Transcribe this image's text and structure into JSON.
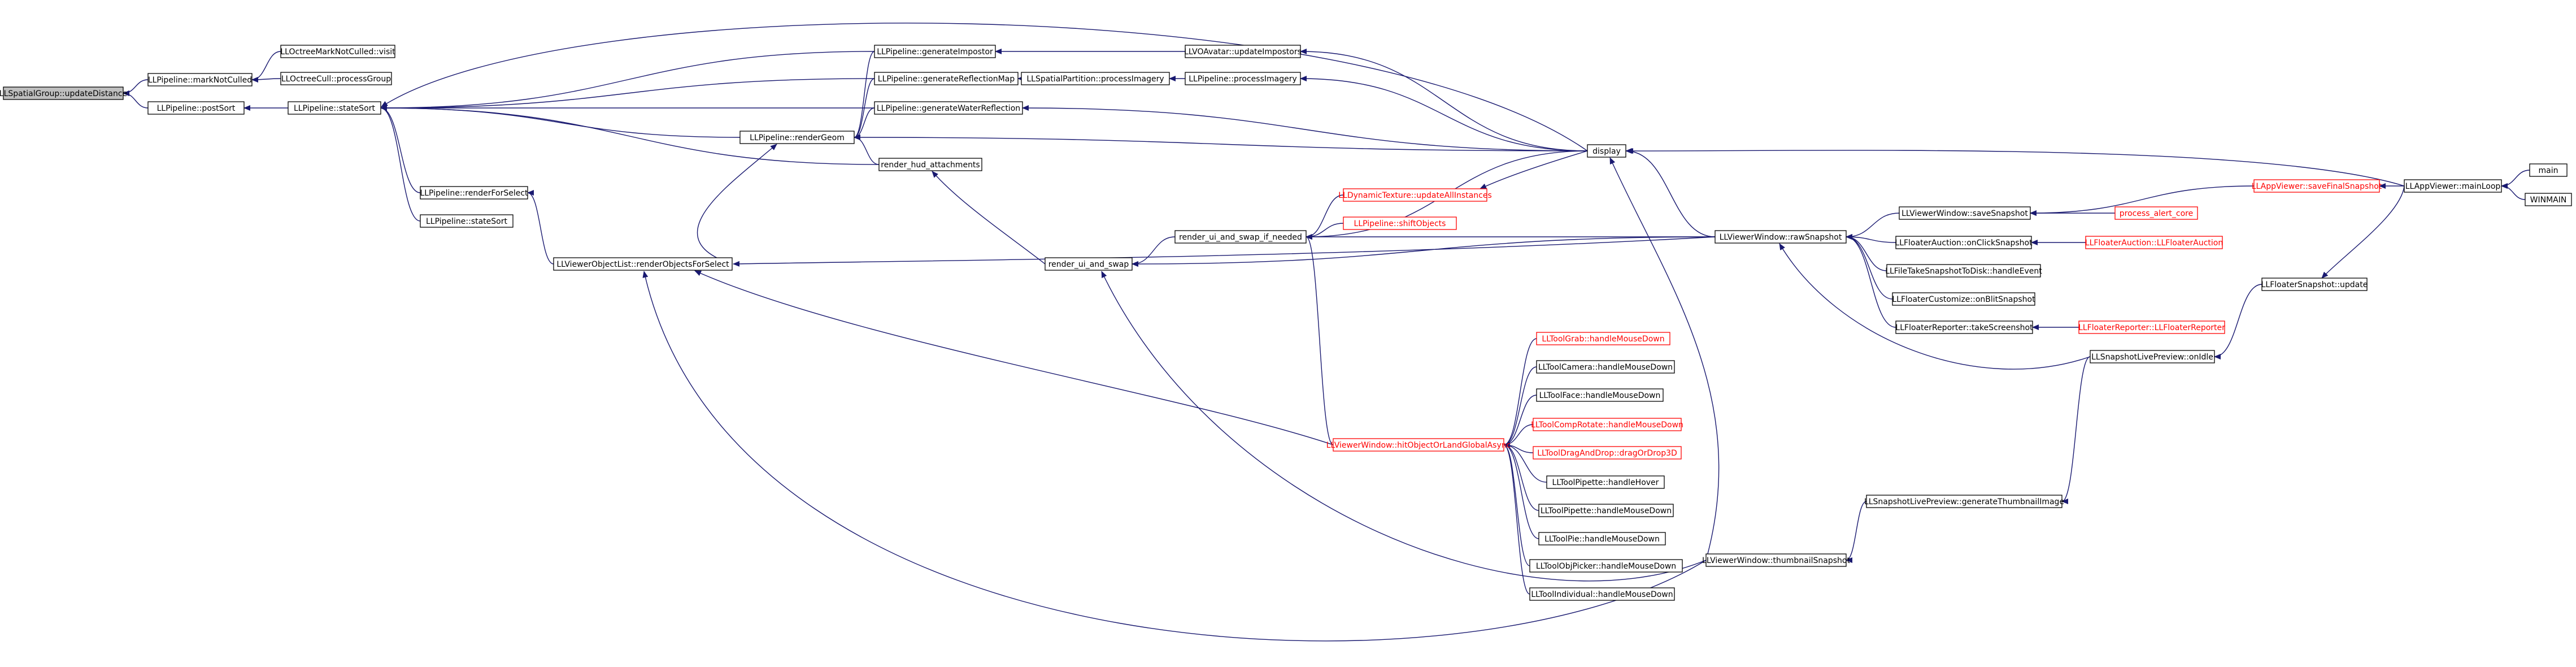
{
  "diagram": {
    "type": "call-graph",
    "colors": {
      "edge": "#191970",
      "node_border": "#000000",
      "truncated_border": "#ff0000",
      "root_fill": "#bfbfbf",
      "background": "#ffffff"
    },
    "nodes": [
      {
        "id": "root",
        "label": "LLSpatialGroup::updateDistance",
        "root": true
      },
      {
        "id": "markNotCulled",
        "label": "LLPipeline::markNotCulled"
      },
      {
        "id": "octreeVisit",
        "label": "LLOctreeMarkNotCulled::visit"
      },
      {
        "id": "octreeProcess",
        "label": "LLOctreeCull::processGroup"
      },
      {
        "id": "postSort",
        "label": "LLPipeline::postSort"
      },
      {
        "id": "stateSort1",
        "label": "LLPipeline::stateSort"
      },
      {
        "id": "renderForSelect",
        "label": "LLPipeline::renderForSelect"
      },
      {
        "id": "stateSort2",
        "label": "LLPipeline::stateSort"
      },
      {
        "id": "genImpostor",
        "label": "LLPipeline::generateImpostor"
      },
      {
        "id": "genReflection",
        "label": "LLPipeline::generateReflectionMap"
      },
      {
        "id": "genWater",
        "label": "LLPipeline::generateWaterReflection"
      },
      {
        "id": "renderGeom",
        "label": "LLPipeline::renderGeom"
      },
      {
        "id": "renderHud",
        "label": "render_hud_attachments"
      },
      {
        "id": "spatialProcess",
        "label": "LLSpatialPartition::processImagery"
      },
      {
        "id": "updateImpostors",
        "label": "LLVOAvatar::updateImpostors"
      },
      {
        "id": "pipeProcess",
        "label": "LLPipeline::processImagery"
      },
      {
        "id": "display",
        "label": "display"
      },
      {
        "id": "dynTex",
        "label": "LLDynamicTexture::updateAllInstances",
        "truncated": true
      },
      {
        "id": "shiftObjects",
        "label": "LLPipeline::shiftObjects",
        "truncated": true
      },
      {
        "id": "renderSwapIf",
        "label": "render_ui_and_swap_if_needed"
      },
      {
        "id": "renderSwap",
        "label": "render_ui_and_swap"
      },
      {
        "id": "renderObjSelect",
        "label": "LLViewerObjectList::renderObjectsForSelect"
      },
      {
        "id": "hitObject",
        "label": "LLViewerWindow::hitObjectOrLandGlobalAsync",
        "truncated": true
      },
      {
        "id": "toolGrab",
        "label": "LLToolGrab::handleMouseDown",
        "truncated": true
      },
      {
        "id": "toolCamera",
        "label": "LLToolCamera::handleMouseDown"
      },
      {
        "id": "toolFace",
        "label": "LLToolFace::handleMouseDown"
      },
      {
        "id": "toolCompRotate",
        "label": "LLToolCompRotate::handleMouseDown",
        "truncated": true
      },
      {
        "id": "toolDragDrop",
        "label": "LLToolDragAndDrop::dragOrDrop3D",
        "truncated": true
      },
      {
        "id": "toolPipetteHover",
        "label": "LLToolPipette::handleHover"
      },
      {
        "id": "toolPipetteDown",
        "label": "LLToolPipette::handleMouseDown"
      },
      {
        "id": "toolPie",
        "label": "LLToolPie::handleMouseDown"
      },
      {
        "id": "toolObjPicker",
        "label": "LLToolObjPicker::handleMouseDown"
      },
      {
        "id": "toolIndividual",
        "label": "LLToolIndividual::handleMouseDown"
      },
      {
        "id": "rawSnapshot",
        "label": "LLViewerWindow::rawSnapshot"
      },
      {
        "id": "thumbSnapshot",
        "label": "LLViewerWindow::thumbnailSnapshot"
      },
      {
        "id": "saveSnapshot",
        "label": "LLViewerWindow::saveSnapshot"
      },
      {
        "id": "auctionClick",
        "label": "LLFloaterAuction::onClickSnapshot"
      },
      {
        "id": "fileTakeSnap",
        "label": "LLFileTakeSnapshotToDisk::handleEvent"
      },
      {
        "id": "customizeBlit",
        "label": "LLFloaterCustomize::onBlitSnapshot"
      },
      {
        "id": "reporterTake",
        "label": "LLFloaterReporter::takeScreenshot"
      },
      {
        "id": "livePreviewOnIdle",
        "label": "LLSnapshotLivePreview::onIdle"
      },
      {
        "id": "genThumb",
        "label": "LLSnapshotLivePreview::generateThumbnailImage"
      },
      {
        "id": "processAlert",
        "label": "process_alert_core",
        "truncated": true
      },
      {
        "id": "auctionCtor",
        "label": "LLFloaterAuction::LLFloaterAuction",
        "truncated": true
      },
      {
        "id": "reporterCtor",
        "label": "LLFloaterReporter::LLFloaterReporter",
        "truncated": true
      },
      {
        "id": "saveFinal",
        "label": "LLAppViewer::saveFinalSnapshot",
        "truncated": true
      },
      {
        "id": "mainLoop",
        "label": "LLAppViewer::mainLoop"
      },
      {
        "id": "main",
        "label": "main"
      },
      {
        "id": "winmain",
        "label": "WINMAIN"
      },
      {
        "id": "floaterSnapUpdate",
        "label": "LLFloaterSnapshot::update"
      }
    ],
    "edges": [
      [
        "markNotCulled",
        "root"
      ],
      [
        "postSort",
        "root"
      ],
      [
        "octreeVisit",
        "markNotCulled"
      ],
      [
        "octreeProcess",
        "markNotCulled"
      ],
      [
        "stateSort1",
        "postSort"
      ],
      [
        "genImpostor",
        "stateSort1"
      ],
      [
        "genReflection",
        "stateSort1"
      ],
      [
        "genWater",
        "stateSort1"
      ],
      [
        "renderGeom",
        "stateSort1"
      ],
      [
        "renderHud",
        "stateSort1"
      ],
      [
        "display",
        "stateSort1"
      ],
      [
        "renderForSelect",
        "stateSort1"
      ],
      [
        "stateSort2",
        "stateSort1"
      ],
      [
        "renderObjSelect",
        "renderForSelect"
      ],
      [
        "updateImpostors",
        "genImpostor"
      ],
      [
        "spatialProcess",
        "genReflection"
      ],
      [
        "pipeProcess",
        "spatialProcess"
      ],
      [
        "display",
        "genWater"
      ],
      [
        "genImpostor",
        "renderGeom"
      ],
      [
        "genReflection",
        "renderGeom"
      ],
      [
        "genWater",
        "renderGeom"
      ],
      [
        "renderHud",
        "renderGeom"
      ],
      [
        "display",
        "renderGeom"
      ],
      [
        "renderObjSelect",
        "renderGeom"
      ],
      [
        "renderSwap",
        "renderHud"
      ],
      [
        "display",
        "updateImpostors"
      ],
      [
        "display",
        "pipeProcess"
      ],
      [
        "dynTex",
        "renderSwapIf"
      ],
      [
        "display",
        "renderSwapIf"
      ],
      [
        "shiftObjects",
        "renderSwapIf"
      ],
      [
        "rawSnapshot",
        "renderSwapIf"
      ],
      [
        "hitObject",
        "renderSwapIf"
      ],
      [
        "renderSwapIf",
        "renderSwap"
      ],
      [
        "rawSnapshot",
        "renderSwap"
      ],
      [
        "thumbSnapshot",
        "renderSwap"
      ],
      [
        "display",
        "dynTex"
      ],
      [
        "rawSnapshot",
        "renderObjSelect"
      ],
      [
        "hitObject",
        "renderObjSelect"
      ],
      [
        "thumbSnapshot",
        "renderObjSelect"
      ],
      [
        "toolGrab",
        "hitObject"
      ],
      [
        "toolCamera",
        "hitObject"
      ],
      [
        "toolFace",
        "hitObject"
      ],
      [
        "toolCompRotate",
        "hitObject"
      ],
      [
        "toolDragDrop",
        "hitObject"
      ],
      [
        "toolPipetteHover",
        "hitObject"
      ],
      [
        "toolPipetteDown",
        "hitObject"
      ],
      [
        "toolPie",
        "hitObject"
      ],
      [
        "toolObjPicker",
        "hitObject"
      ],
      [
        "toolIndividual",
        "hitObject"
      ],
      [
        "mainLoop",
        "display"
      ],
      [
        "rawSnapshot",
        "display"
      ],
      [
        "thumbSnapshot",
        "display"
      ],
      [
        "saveSnapshot",
        "rawSnapshot"
      ],
      [
        "auctionClick",
        "rawSnapshot"
      ],
      [
        "fileTakeSnap",
        "rawSnapshot"
      ],
      [
        "customizeBlit",
        "rawSnapshot"
      ],
      [
        "reporterTake",
        "rawSnapshot"
      ],
      [
        "livePreviewOnIdle",
        "rawSnapshot"
      ],
      [
        "genThumb",
        "thumbSnapshot"
      ],
      [
        "livePreviewOnIdle",
        "genThumb"
      ],
      [
        "processAlert",
        "saveSnapshot"
      ],
      [
        "saveFinal",
        "saveSnapshot"
      ],
      [
        "auctionCtor",
        "auctionClick"
      ],
      [
        "reporterCtor",
        "reporterTake"
      ],
      [
        "floaterSnapUpdate",
        "livePreviewOnIdle"
      ],
      [
        "mainLoop",
        "saveFinal"
      ],
      [
        "main",
        "mainLoop"
      ],
      [
        "winmain",
        "mainLoop"
      ],
      [
        "mainLoop",
        "floaterSnapUpdate"
      ]
    ]
  }
}
